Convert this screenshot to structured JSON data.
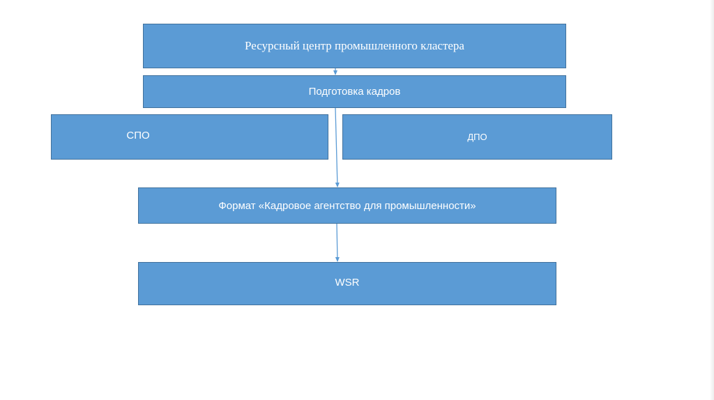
{
  "diagram": {
    "nodes": {
      "top": {
        "label": "Ресурсный центр промышленного кластера"
      },
      "training": {
        "label": "Подготовка кадров"
      },
      "spo": {
        "label": "СПО"
      },
      "dpo": {
        "label": "ДПО"
      },
      "format": {
        "label": "Формат «Кадровое агентство для промышленности»"
      },
      "wsr": {
        "label": "WSR"
      }
    },
    "colors": {
      "box_fill": "#5b9bd5",
      "box_border": "#41719c",
      "connector": "#5b9bd5",
      "text": "#ffffff"
    }
  }
}
